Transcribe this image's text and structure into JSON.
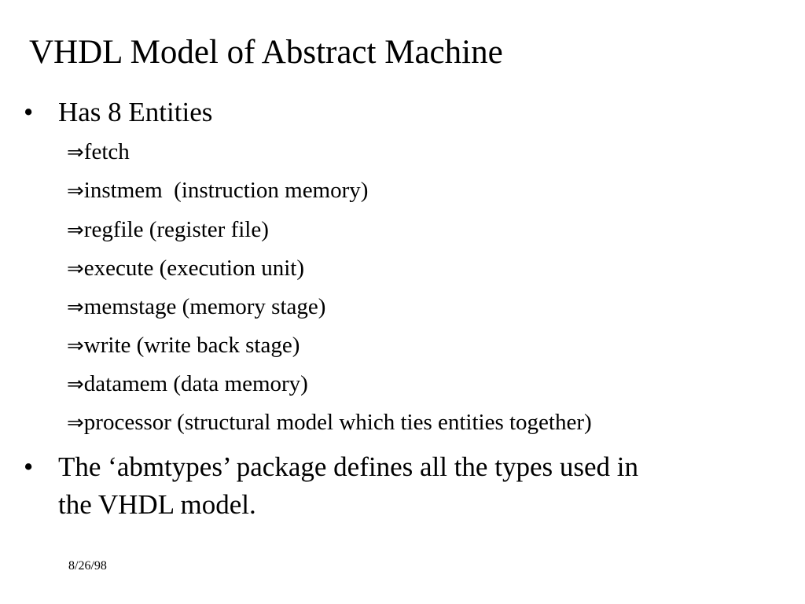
{
  "slide": {
    "title": "VHDL Model of Abstract Machine",
    "bullet_glyph": "•",
    "arrow_glyph": "⇒",
    "bullets": [
      {
        "text": "Has 8 Entities"
      },
      {
        "text_line1": "The ‘abmtypes’ package defines all the types used in",
        "text_line2": "the VHDL model."
      }
    ],
    "entities": [
      "fetch",
      "instmem  (instruction memory)",
      "regfile (register file)",
      "execute (execution unit)",
      "memstage (memory stage)",
      "write (write back stage)",
      "datamem (data memory)",
      "processor (structural model which ties entities together)"
    ],
    "date": "8/26/98"
  }
}
